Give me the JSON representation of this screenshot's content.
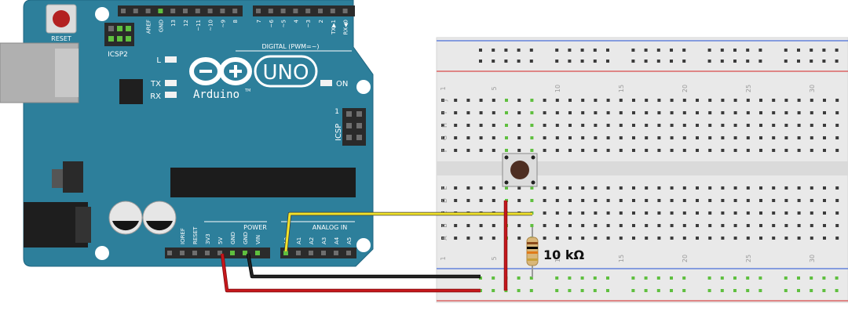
{
  "board": {
    "reset": "RESET",
    "icsp2": "ICSP2",
    "icsp": "ICSP",
    "brand": "Arduino",
    "tm": "TM",
    "model": "UNO",
    "leds": {
      "l": "L",
      "tx": "TX",
      "rx": "RX",
      "on": "ON"
    },
    "icsp_pin1": "1",
    "digital_section": "DIGITAL (PWM=~)",
    "digital_pins": [
      "AREF",
      "GND",
      "13",
      "12",
      "~11",
      "~10",
      "~9",
      "8",
      "7",
      "~6",
      "~5",
      "4",
      "~3",
      "2",
      "TX▶1",
      "RX◀0"
    ],
    "power_section": "POWER",
    "power_pins": [
      "IOREF",
      "RESET",
      "3V3",
      "5V",
      "GND",
      "GND",
      "VIN"
    ],
    "analog_section": "ANALOG IN",
    "analog_pins": [
      "A0",
      "A1",
      "A2",
      "A3",
      "A4",
      "A5"
    ]
  },
  "breadboard": {
    "column_numbers": [
      "1",
      "5",
      "10",
      "15",
      "20",
      "25",
      "30"
    ],
    "row_letters_top": [
      "J",
      "I",
      "H",
      "G",
      "F"
    ],
    "row_letters_bottom": [
      "E",
      "D",
      "C",
      "B",
      "A"
    ]
  },
  "components": {
    "resistor_label": "10 kΩ"
  },
  "colors": {
    "board": "#2d7f9b",
    "board_dark": "#1f6580",
    "header": "#2b2b2b",
    "breadboard": "#e8e8e8",
    "rail_red": "#d94a4a",
    "rail_blue": "#4a6fd9",
    "wire_red": "#c6171b",
    "wire_black": "#222222",
    "wire_yellow": "#f2e32a",
    "hole": "#3b3b3b",
    "hole_active": "#5fbf3f"
  }
}
